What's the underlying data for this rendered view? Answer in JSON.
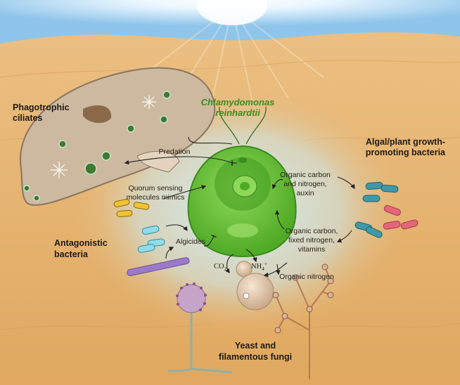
{
  "title": {
    "line1": "Chlamydomonas",
    "line2": "reinhardtii"
  },
  "groups": {
    "ciliates": [
      "Phagotrophic",
      "ciliates"
    ],
    "growth_bacteria": [
      "Algal/plant growth-",
      "promoting bacteria"
    ],
    "antagonistic": [
      "Antagonistic",
      "bacteria"
    ],
    "fungi": [
      "Yeast and",
      "filamentous fungi"
    ]
  },
  "labels": {
    "predation": "Predation",
    "quorum": [
      "Quorum sensing",
      "molecules mimics"
    ],
    "organic_auxin": [
      "Organic carbon",
      "and nitrogen,",
      "auxin"
    ],
    "organic_vitamins": [
      "Organic carbon,",
      "fixed nitrogen,",
      "vitamins"
    ],
    "algicides": "Algicides",
    "co2": "CO",
    "co2_sub": "2",
    "nh4": "NH",
    "nh4_sub": "4",
    "nh4_sup": "+",
    "organic_nitrogen": "Organic nitrogen"
  },
  "colors": {
    "sand": "#e8b874",
    "sky": "#a9d4f0",
    "alga": "#6cc43a",
    "alga_dark": "#3f8a1e",
    "ciliate": "#cdb9a0",
    "halo": "#bfe3f0"
  }
}
